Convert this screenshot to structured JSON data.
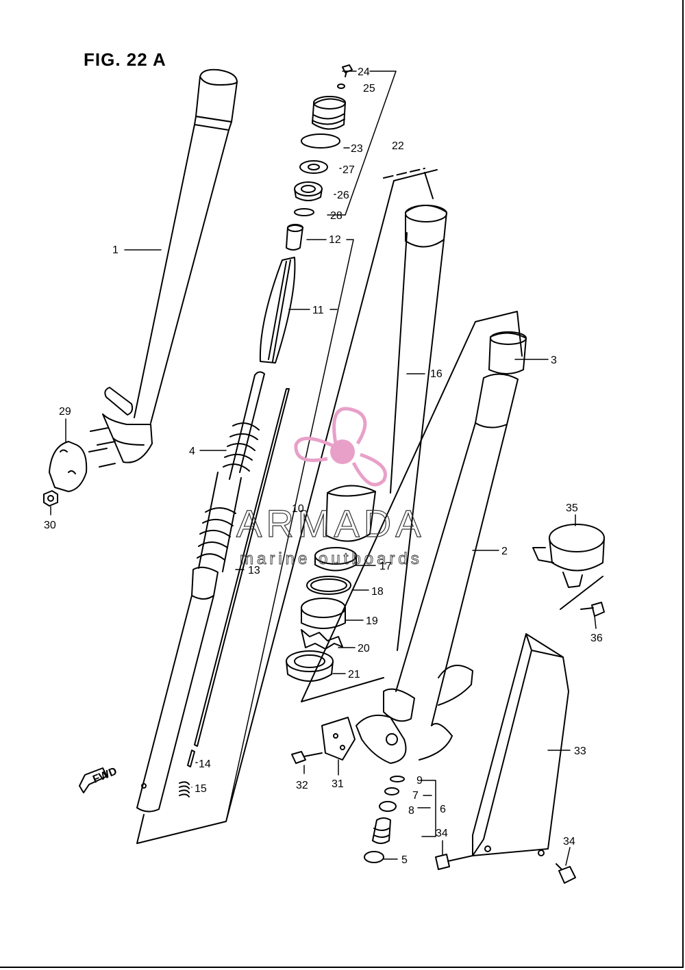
{
  "figure": {
    "title": "FIG. 22 A"
  },
  "watermark": {
    "brand": "ARMADA",
    "tagline": "marine outboards",
    "logo_color": "#e8a0c8"
  },
  "fwd_arrow": {
    "label": "FWD"
  },
  "callouts": [
    "1",
    "2",
    "3",
    "4",
    "5",
    "6",
    "7",
    "8",
    "9",
    "10",
    "11",
    "12",
    "13",
    "14",
    "15",
    "16",
    "17",
    "18",
    "19",
    "20",
    "21",
    "22",
    "23",
    "24",
    "25",
    "26",
    "27",
    "28",
    "29",
    "30",
    "31",
    "32",
    "33",
    "34",
    "34",
    "35",
    "36"
  ]
}
